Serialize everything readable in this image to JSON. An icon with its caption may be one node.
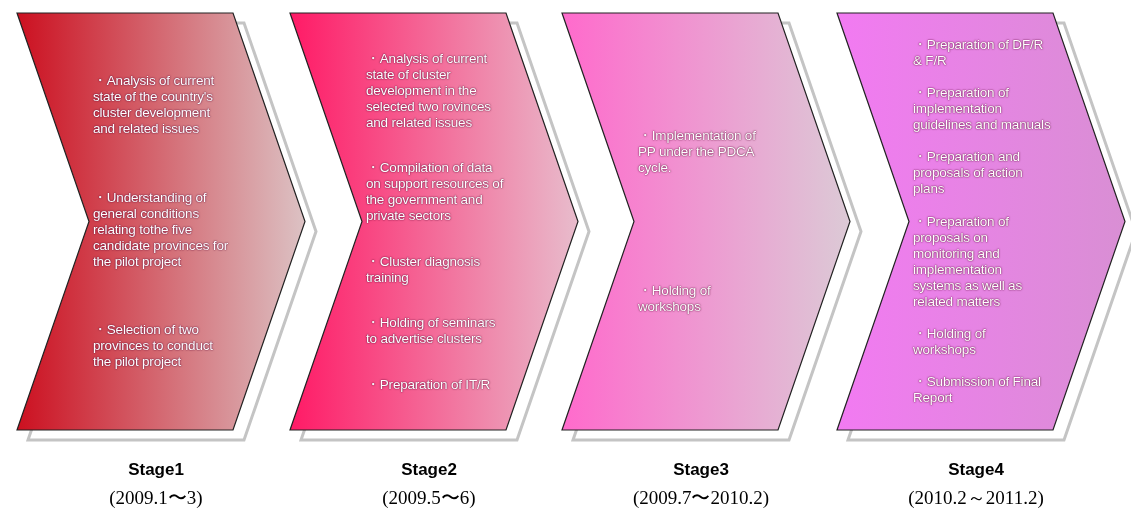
{
  "diagram": {
    "nodes": [
      {
        "text": [
          "・Analysis of current state of the country's cluster development and related issues",
          "・Understanding of general conditions relating tothe five candidate provinces for the pilot project",
          "・Selection of two provinces to conduct the pilot project"
        ],
        "beside": [
          "Stage1",
          "(2009.1〜3)"
        ]
      },
      {
        "text": [
          "・Analysis of current state of cluster development in the selected two rovinces and related issues",
          "・Compilation of data on support resources of the government and private sectors",
          "・Cluster diagnosis training",
          "・Holding of seminars to advertise clusters",
          "・Preparation of IT/R"
        ],
        "beside": [
          "Stage2",
          "(2009.5〜6)"
        ]
      },
      {
        "text": [
          "・Implementation of PP under the PDCA cycle.",
          "・Holding of workshops"
        ],
        "beside": [
          "Stage3",
          "(2009.7〜2010.2)"
        ]
      },
      {
        "text": [
          "・Preparation of DF/R & F/R",
          "・Preparation of implementation guidelines and manuals",
          "・Preparation and proposals of action plans",
          "・Preparation of proposals on monitoring and implementation systems as well as related matters",
          "・Holding of workshops",
          "・Submission of Final Report"
        ],
        "beside": [
          "Stage4",
          "(2010.2～2011.2)"
        ]
      }
    ]
  }
}
